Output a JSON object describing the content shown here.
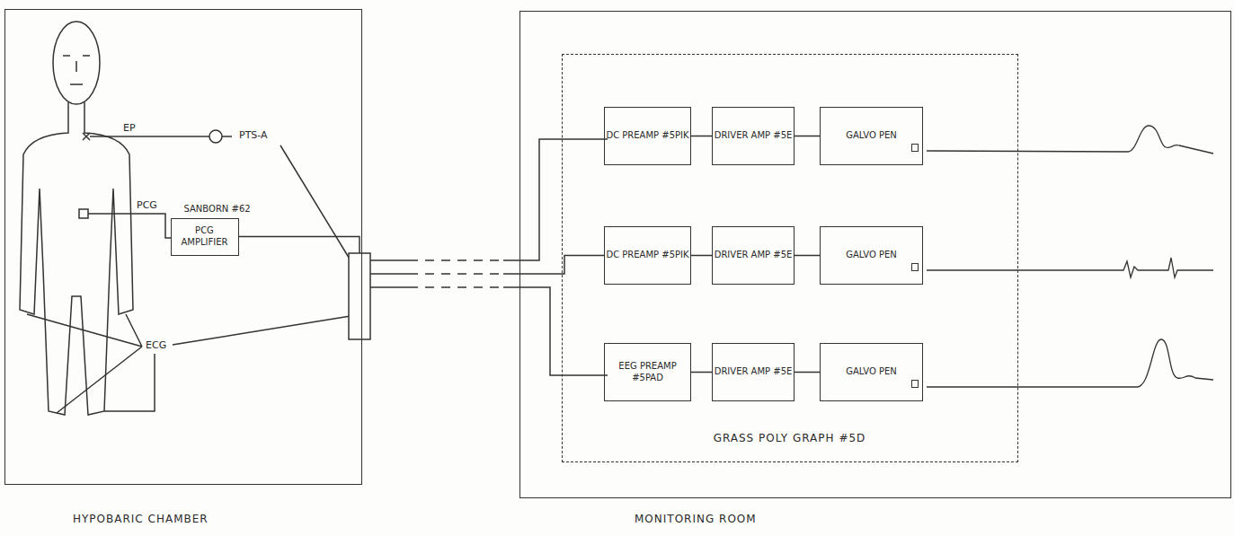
{
  "diagram": {
    "nodes": [
      {
        "text": [
          "HYPOBARIC CHAMBER"
        ]
      },
      {
        "text": [
          "SANBORN #62",
          "PCG AMPLIFIER"
        ],
        "in": 0
      },
      {
        "text": [
          "MONITORING ROOM"
        ]
      },
      {
        "text": [
          "GRASS POLY GRAPH #5D"
        ],
        "in": 2
      },
      {
        "text": [
          "DC PREAMP #5PIK"
        ],
        "in": 3
      },
      {
        "text": [
          "DRIVER AMP #5E"
        ],
        "in": 3
      },
      {
        "text": [
          "GALVO PEN"
        ],
        "in": 3
      },
      {
        "text": [
          "DC PREAMP #5PIK"
        ],
        "in": 3
      },
      {
        "text": [
          "DRIVER AMP #5E"
        ],
        "in": 3
      },
      {
        "text": [
          "GALVO PEN"
        ],
        "in": 3
      },
      {
        "text": [
          "EEG PREAMP #5PAD"
        ],
        "in": 3
      },
      {
        "text": [
          "DRIVER AMP #5E"
        ],
        "in": 3
      },
      {
        "text": [
          "GALVO PEN"
        ],
        "in": 3
      }
    ],
    "edges": [
      {
        "from": 1,
        "to": 7,
        "arrow": "none"
      },
      {
        "from": 4,
        "to": 5,
        "arrow": "none"
      },
      {
        "from": 5,
        "to": 6,
        "arrow": "none"
      },
      {
        "from": 7,
        "to": 8,
        "arrow": "none"
      },
      {
        "from": 8,
        "to": 9,
        "arrow": "none"
      },
      {
        "from": 10,
        "to": 11,
        "arrow": "none"
      },
      {
        "from": 11,
        "to": 12,
        "arrow": "none"
      }
    ],
    "labels": [
      "EP",
      "PTS-A",
      "PCG",
      "ECG"
    ]
  }
}
